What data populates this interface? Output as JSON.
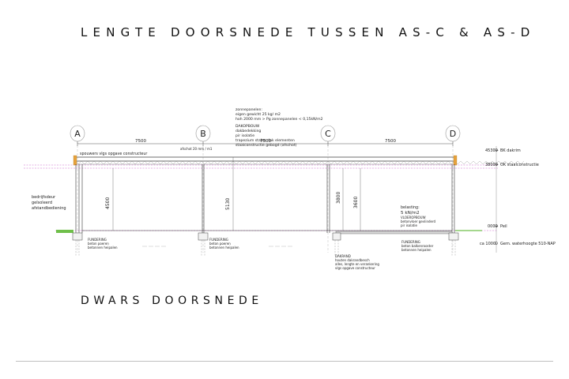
{
  "titles": {
    "top": "LENGTE DOORSNEDE TUSSEN AS-C & AS-D",
    "bottom": "DWARS DOORSNEDE"
  },
  "axes": [
    "A",
    "B",
    "C",
    "D"
  ],
  "spans": [
    "7500",
    "7500",
    "7500"
  ],
  "roof_note": {
    "title": "zonnepanelen:",
    "lines": [
      "eigen gewicht 25 kg/ m2",
      "hoh 2000 mm > Pg zonnepanelen < 0,15kN/m2"
    ],
    "heading2": "DAKOPBOUW",
    "lines2": [
      "dakbedekking",
      "pir isolatie",
      "trapezium stalen dak elementen",
      "staalconstructie gebogd (afschot)"
    ]
  },
  "left_labels": {
    "spouw": "spouwers vlgs opgave constructeur",
    "afschot": "afschot 20 mm / m1",
    "door": [
      "bedrijfsdeur",
      "geïsoleerd",
      "afstandbediening"
    ]
  },
  "levels": {
    "bk": {
      "value": "4530+",
      "label": "BK dakrim"
    },
    "ok": {
      "value": "3800+",
      "label": "OK staalconstructie"
    },
    "peil": {
      "value": "000+",
      "label": "Peil"
    },
    "water": {
      "value": "ca 1000-",
      "label": "Gem. waterhoogte 510-NAP"
    }
  },
  "dims": {
    "h1": "4500",
    "h2": "5130",
    "h3": "3800",
    "h4": "3600"
  },
  "floor_note": {
    "title": "belasting:",
    "load": "5 kN/m2",
    "heading": "VLOEROPBOUW",
    "lines": [
      "betonvloer gevlinderd",
      "pir isolatie"
    ]
  },
  "foundations": {
    "a": {
      "title": "FUNDERING",
      "lines": [
        "beton poeren",
        "betonnen heipalen"
      ]
    },
    "b": {
      "title": "FUNDERING",
      "lines": [
        "beton poeren",
        "betonnen heipalen"
      ]
    },
    "c": {
      "title": "DAKRAND",
      "lines": [
        "houten dakrandbesch",
        "alles, lengte en verankering",
        "vlgs opgave constructeur"
      ]
    },
    "d": {
      "title": "FUNDERING",
      "lines": [
        "beton balkenrooster",
        "betonnen heipalen"
      ]
    }
  },
  "colors": {
    "line": "#333333",
    "level": "#cc66cc",
    "ground": "#6fbf4a",
    "axis": "#888888"
  }
}
